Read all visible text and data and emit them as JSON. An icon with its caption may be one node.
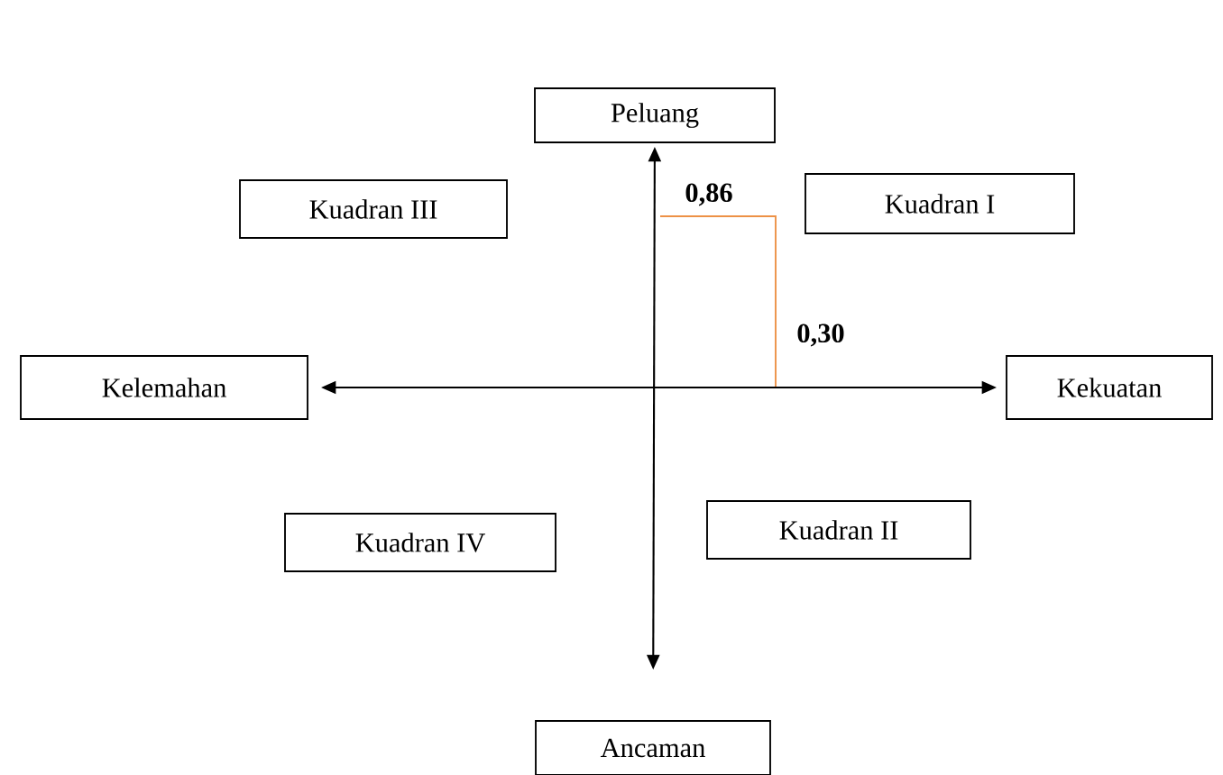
{
  "diagram": {
    "nodes": [
      {
        "text": [
          "Peluang"
        ]
      },
      {
        "text": [
          "Kuadran III"
        ]
      },
      {
        "text": [
          "Kuadran I"
        ]
      },
      {
        "text": [
          "Kelemahan"
        ]
      },
      {
        "text": [
          "Kekuatan"
        ]
      },
      {
        "text": [
          "Kuadran IV"
        ]
      },
      {
        "text": [
          "Kuadran II"
        ]
      },
      {
        "text": [
          "Ancaman"
        ]
      }
    ],
    "edges": [
      {
        "from": 0,
        "to": 7,
        "arrow": "both"
      },
      {
        "from": 3,
        "to": 4,
        "arrow": "both"
      }
    ],
    "labels": [
      "0,86",
      "0,30"
    ]
  }
}
